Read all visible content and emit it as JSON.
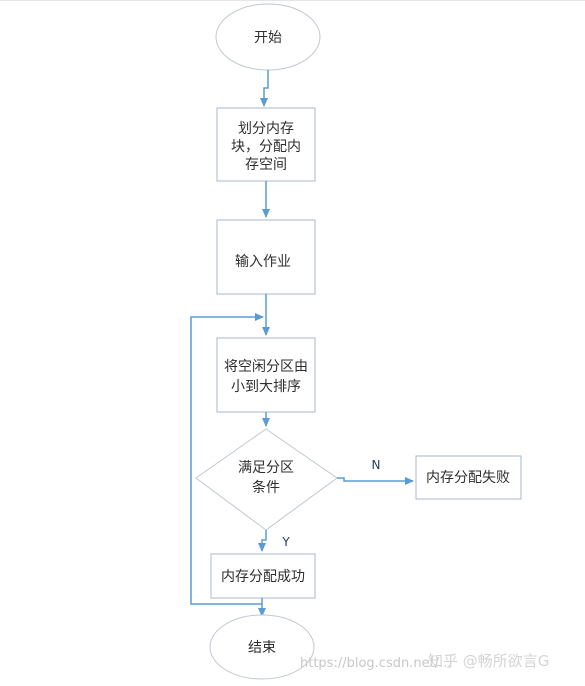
{
  "nodes": {
    "start": "开始",
    "allocate": [
      "划分内存",
      "块，分配内",
      "存空间"
    ],
    "input": "输入作业",
    "sort": [
      "将空闲分区由",
      "小到大排序"
    ],
    "decision": [
      "满足分区",
      "条件"
    ],
    "fail": "内存分配失败",
    "success": "内存分配成功",
    "end": "结束"
  },
  "edges": {
    "no": "N",
    "yes": "Y"
  },
  "watermark": {
    "url": "https://blog.csdn.net/...",
    "zhihu": "知乎 @畅所欲言G"
  },
  "colors": {
    "stroke": "#5b9bd5",
    "node_border": "#a9b7c9",
    "ellipse_border": "#bfc7d2"
  }
}
